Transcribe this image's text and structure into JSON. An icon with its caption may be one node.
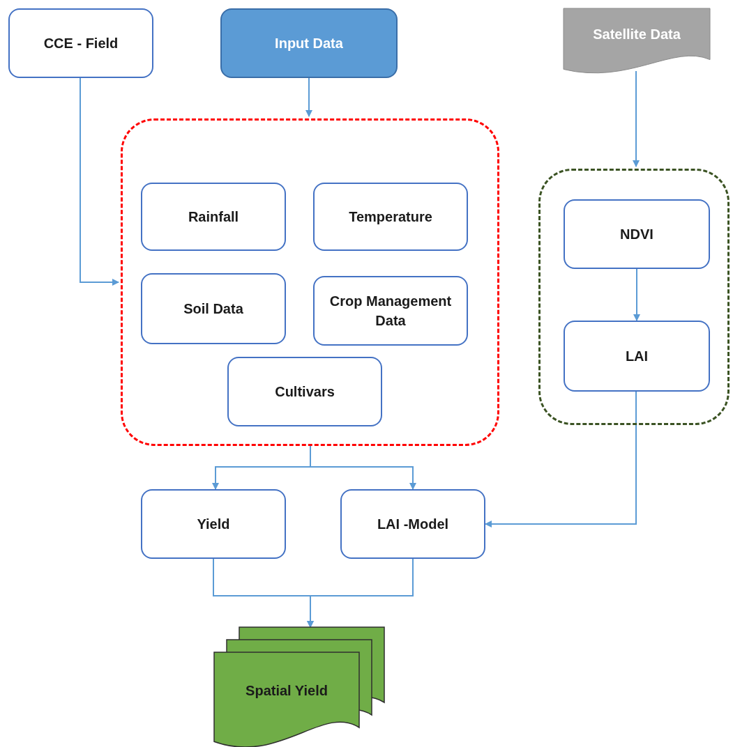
{
  "diagram": {
    "nodes": [
      {
        "text": [
          "CCE - Field"
        ]
      },
      {
        "text": [
          "Input Data"
        ]
      },
      {
        "text": [
          "Satellite Data"
        ]
      },
      {
        "text": [],
        "shape": "box"
      },
      {
        "text": [
          "Rainfall"
        ],
        "in": 3
      },
      {
        "text": [
          "Temperature"
        ],
        "in": 3
      },
      {
        "text": [
          "Soil Data"
        ],
        "in": 3
      },
      {
        "text": [
          "Crop Management Data"
        ],
        "in": 3
      },
      {
        "text": [
          "Cultivars"
        ],
        "in": 3
      },
      {
        "text": [],
        "shape": "box"
      },
      {
        "text": [
          "NDVI"
        ],
        "in": 9
      },
      {
        "text": [
          "LAI"
        ],
        "in": 9
      },
      {
        "text": [
          "Yield"
        ]
      },
      {
        "text": [
          "LAI -Model"
        ]
      },
      {
        "text": [
          "Spatial Yield"
        ]
      }
    ],
    "edges": [
      {
        "from": 0,
        "to": 3,
        "arrow": "to"
      },
      {
        "from": 1,
        "to": 3,
        "arrow": "to"
      },
      {
        "from": 2,
        "to": 9,
        "arrow": "to"
      },
      {
        "from": 10,
        "to": 11,
        "arrow": "to"
      },
      {
        "from": 3,
        "to": 12,
        "arrow": "to"
      },
      {
        "from": 3,
        "to": 13,
        "arrow": "to"
      },
      {
        "from": 11,
        "to": 13,
        "arrow": "to"
      },
      {
        "from": 12,
        "to": 14,
        "arrow": "to"
      },
      {
        "from": 13,
        "to": 14,
        "arrow": "to"
      }
    ]
  }
}
